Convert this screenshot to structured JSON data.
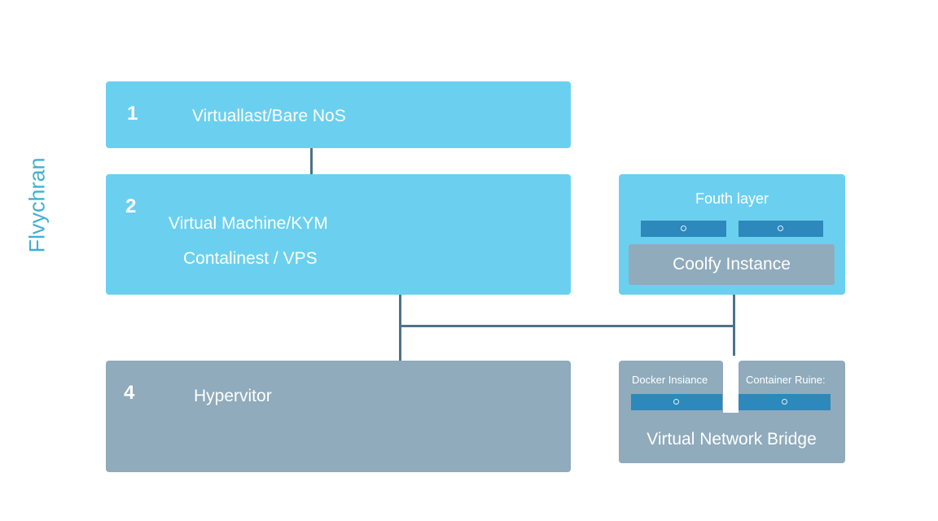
{
  "side_title": "Flvychran",
  "layers": {
    "layer1": {
      "number": "1",
      "label": "Virtuallast/Bare NoS"
    },
    "layer2": {
      "number": "2",
      "label_line1": "Virtual Machine/KYM",
      "label_line2": "Contalinest / VPS"
    },
    "layer4": {
      "number": "4",
      "label": "Hypervitor"
    }
  },
  "fourth_layer_panel": {
    "title": "Fouth layer",
    "instance_label": "Coolfy Instance"
  },
  "bridge_panel": {
    "left_title": "Docker Insiance",
    "right_title": "Container Ruine:",
    "bridge_label": "Virtual Network Bridge"
  },
  "colors": {
    "light_blue": "#6bd0f0",
    "slate": "#8fabbc",
    "connector": "#4d7286",
    "slot_blue": "#2d88bb"
  }
}
